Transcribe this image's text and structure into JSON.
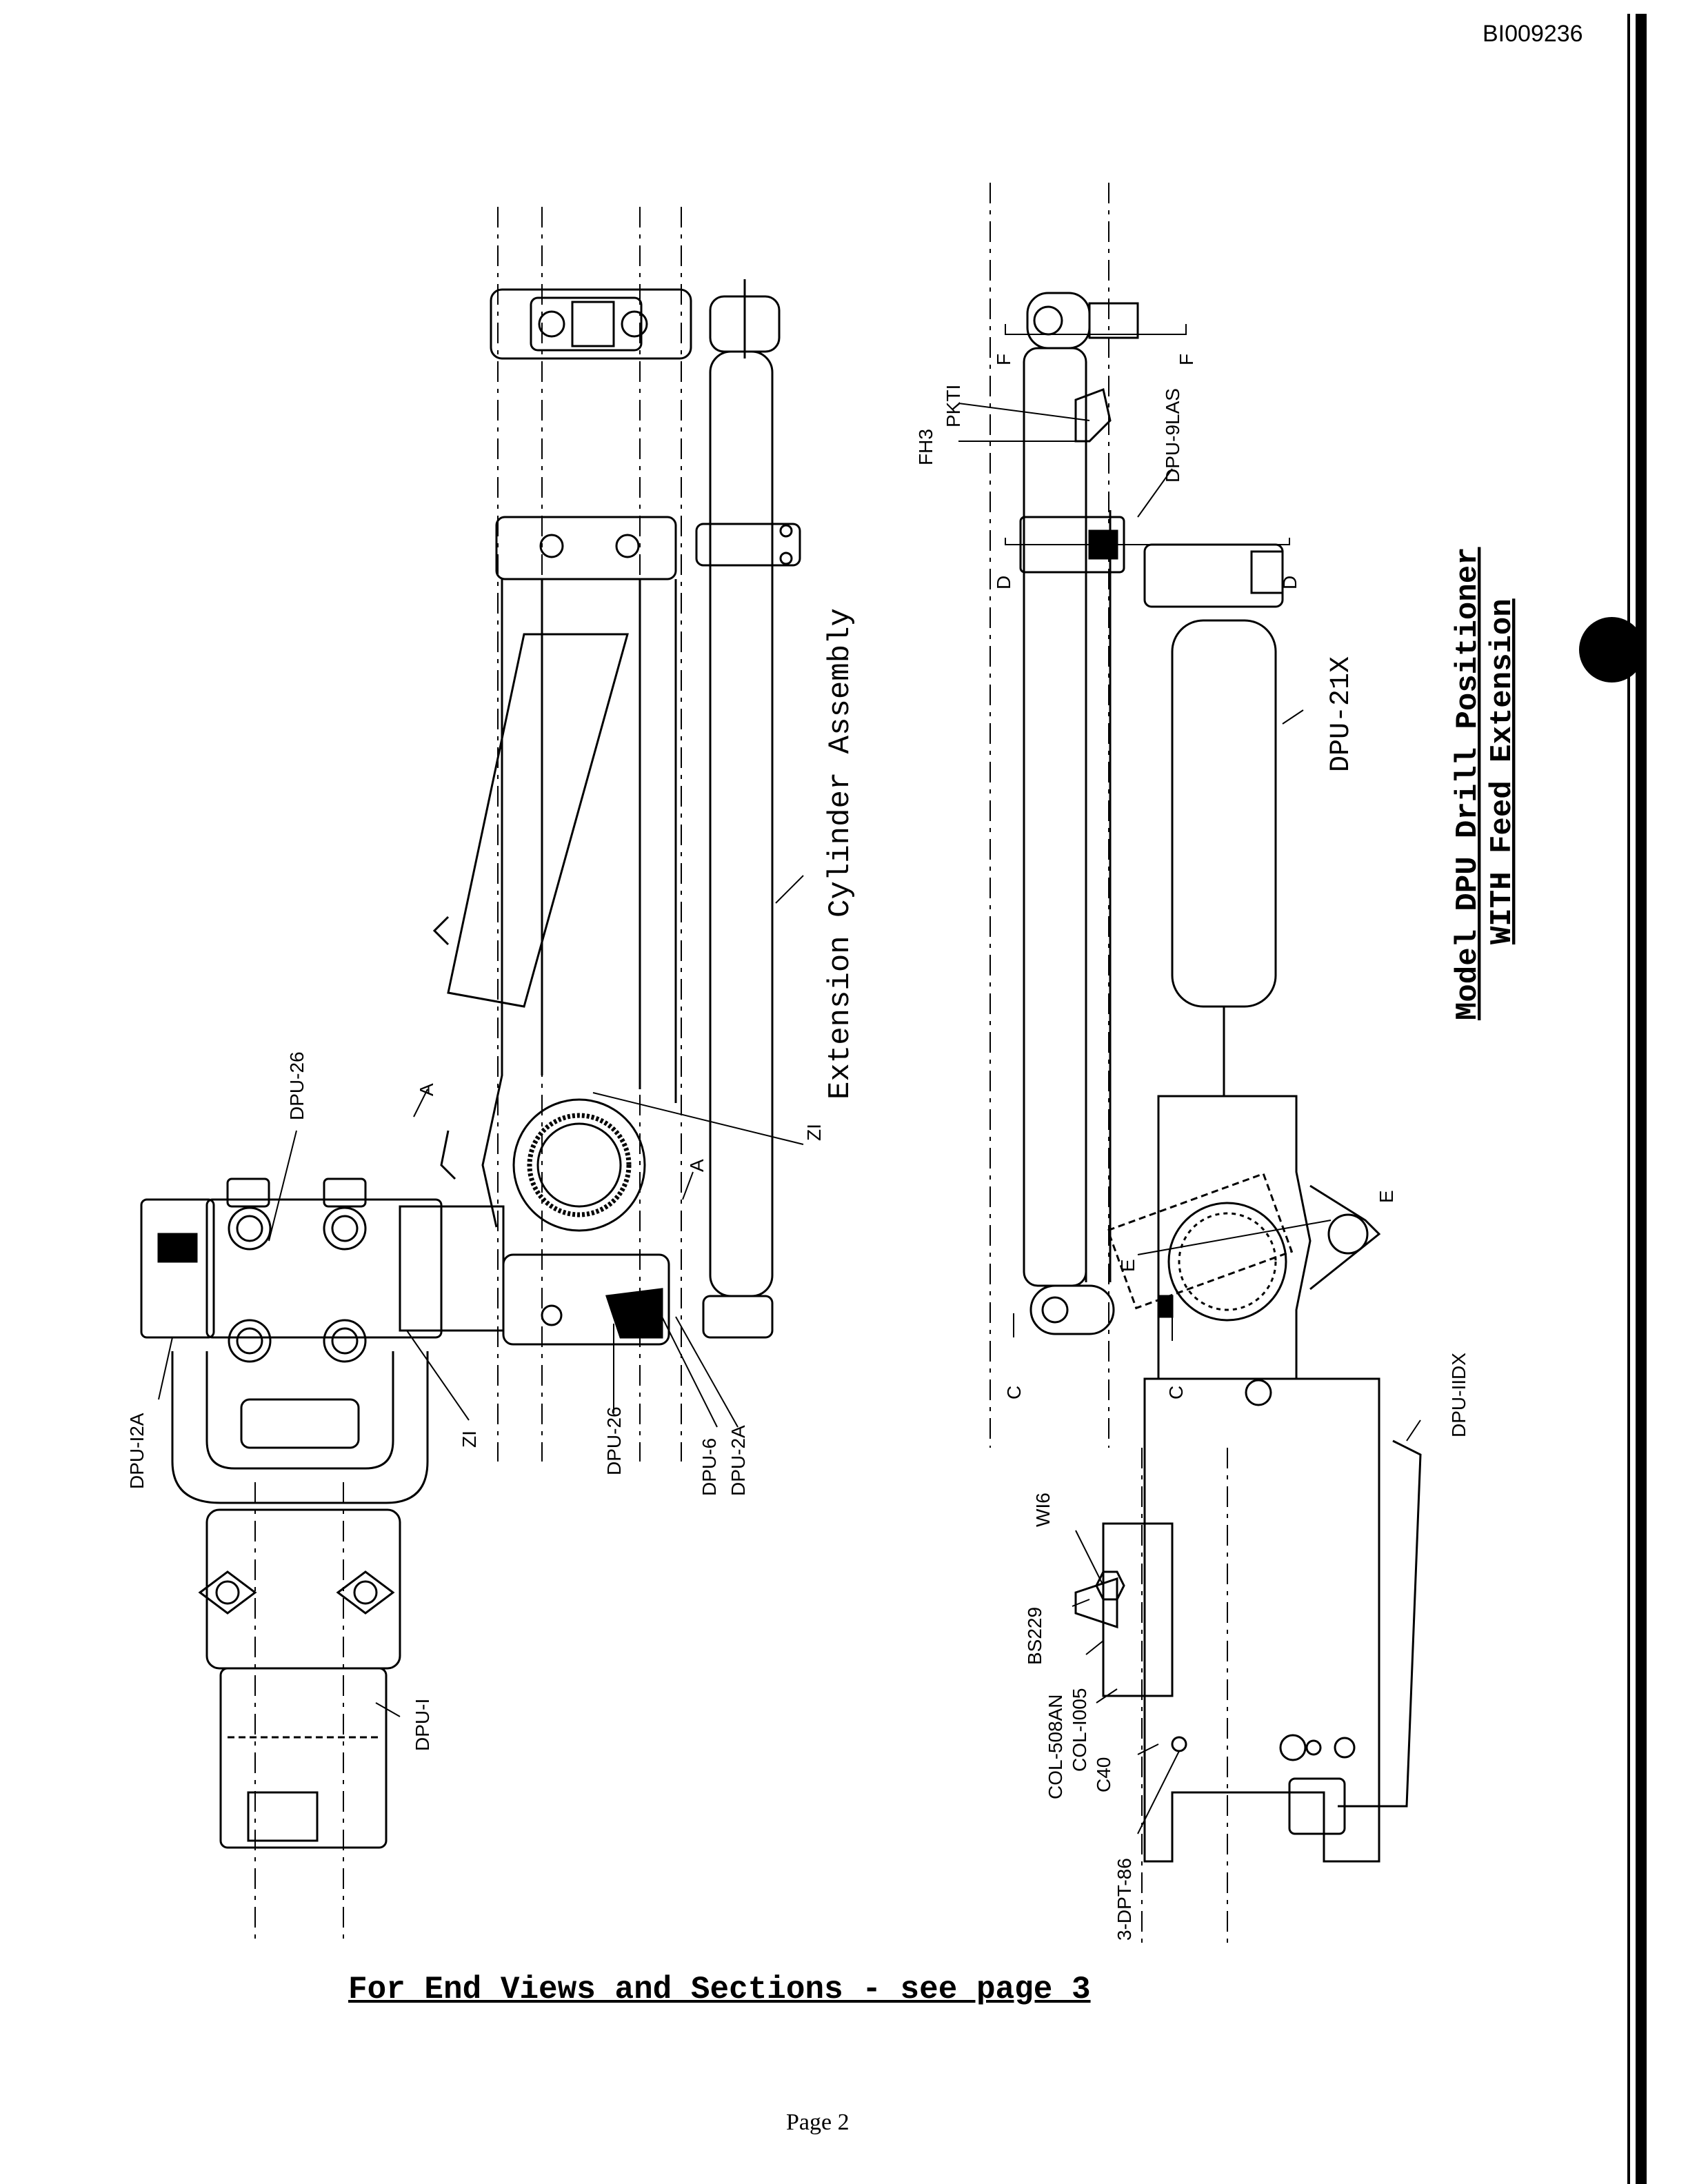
{
  "header": {
    "doc_id": "BI009236"
  },
  "title": {
    "line1": "Model DPU Drill Positioner",
    "line2": "WITH Feed Extension"
  },
  "assembly_title": "Extension Cylinder Assembly",
  "left_view_labels": {
    "dpu26_top": "DPU-26",
    "dpu12a": "DPU-I2A",
    "zi_lower": "ZI",
    "dpu26_bottom": "DPU-26",
    "dpu6": "DPU-6",
    "dpu2a": "DPU-2A",
    "dpu1": "DPU-I",
    "zi_upper": "ZI",
    "section_a1": "A",
    "section_a2": "A"
  },
  "right_view_labels": {
    "fh3": "FH3",
    "pkt1": "PKTI",
    "dpu9las": "DPU-9LAS",
    "dpu21x": "DPU-21X",
    "dpu11dx": "DPU-IIDX",
    "w16": "WI6",
    "bs229": "BS229",
    "col508an": "COL-508AN",
    "col1005": "COL-I005",
    "c40": "C40",
    "dpt86": "3-DPT-86",
    "section_f1": "F",
    "section_f2": "F",
    "section_d1": "D",
    "section_d2": "D",
    "section_c1": "C",
    "section_c2": "C",
    "section_e1": "E",
    "section_e2": "E"
  },
  "footer": {
    "note": "For End Views and Sections - see page 3",
    "page": "Page 2"
  }
}
